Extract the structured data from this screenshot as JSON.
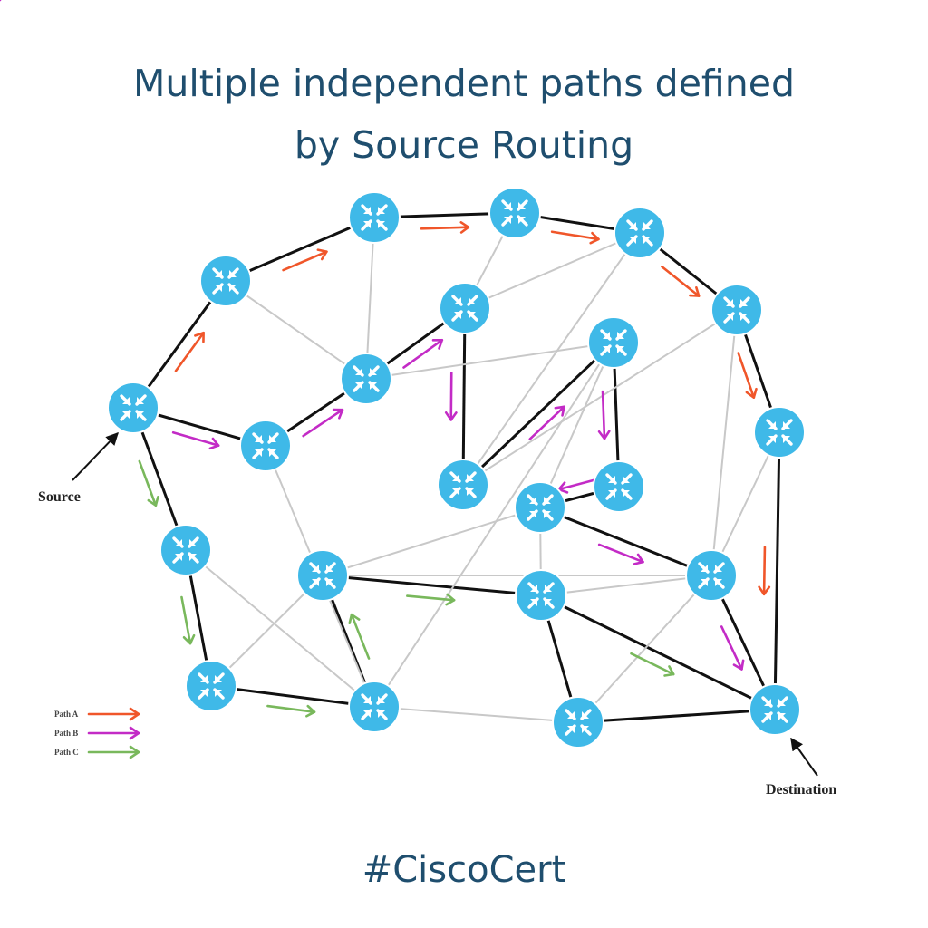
{
  "title": {
    "line1": "Multiple independent paths defined",
    "line2": "by Source Routing"
  },
  "hashtag": "#CiscoCert",
  "labels": {
    "source": "Source",
    "destination": "Destination"
  },
  "legend": [
    {
      "key": "A",
      "label": "Path A",
      "color": "#f0562a"
    },
    {
      "key": "B",
      "label": "Path B",
      "color": "#c32bc6"
    },
    {
      "key": "C",
      "label": "Path C",
      "color": "#79b85c"
    }
  ],
  "colors": {
    "title": "#1f4e6e",
    "router": "#3fb9e8",
    "router_ring": "#ffffff",
    "link_active": "#111111",
    "link_idle": "#c8c8c8"
  },
  "icons": {
    "router": "router-icon"
  },
  "nodes": [
    {
      "id": "n1",
      "role": "source"
    },
    {
      "id": "n2"
    },
    {
      "id": "n3"
    },
    {
      "id": "n4"
    },
    {
      "id": "n5"
    },
    {
      "id": "n6"
    },
    {
      "id": "n7"
    },
    {
      "id": "n8"
    },
    {
      "id": "n9"
    },
    {
      "id": "n10"
    },
    {
      "id": "n11"
    },
    {
      "id": "n12"
    },
    {
      "id": "n13"
    },
    {
      "id": "n14"
    },
    {
      "id": "n15"
    },
    {
      "id": "n16"
    },
    {
      "id": "n17"
    },
    {
      "id": "n18"
    },
    {
      "id": "n19"
    },
    {
      "id": "n20"
    },
    {
      "id": "n21"
    },
    {
      "id": "n22",
      "role": "destination"
    }
  ],
  "links": [
    {
      "from": "n1",
      "to": "n2",
      "path": "A"
    },
    {
      "from": "n2",
      "to": "n3",
      "path": "A"
    },
    {
      "from": "n3",
      "to": "n4",
      "path": "A"
    },
    {
      "from": "n4",
      "to": "n5",
      "path": "A"
    },
    {
      "from": "n5",
      "to": "n6",
      "path": "A"
    },
    {
      "from": "n6",
      "to": "n7",
      "path": "A"
    },
    {
      "from": "n7",
      "to": "n22",
      "path": "A"
    },
    {
      "from": "n1",
      "to": "n8",
      "path": "B"
    },
    {
      "from": "n8",
      "to": "n9",
      "path": "B"
    },
    {
      "from": "n9",
      "to": "n10",
      "path": "B"
    },
    {
      "from": "n10",
      "to": "n12",
      "path": "B"
    },
    {
      "from": "n12",
      "to": "n11",
      "path": "B"
    },
    {
      "from": "n11",
      "to": "n13",
      "path": "B"
    },
    {
      "from": "n13",
      "to": "n14",
      "path": "B"
    },
    {
      "from": "n14",
      "to": "n15",
      "path": "B"
    },
    {
      "from": "n15",
      "to": "n16",
      "path": "B"
    },
    {
      "from": "n16",
      "to": "n22",
      "path": "B"
    },
    {
      "from": "n1",
      "to": "n17",
      "path": "C"
    },
    {
      "from": "n17",
      "to": "n18",
      "path": "C"
    },
    {
      "from": "n18",
      "to": "n19",
      "path": "C"
    },
    {
      "from": "n19",
      "to": "n20",
      "path": "C"
    },
    {
      "from": "n20",
      "to": "n21",
      "path": "C"
    },
    {
      "from": "n21",
      "to": "n22",
      "path": "C"
    },
    {
      "from": "n2",
      "to": "n9"
    },
    {
      "from": "n3",
      "to": "n9"
    },
    {
      "from": "n4",
      "to": "n10"
    },
    {
      "from": "n5",
      "to": "n11"
    },
    {
      "from": "n5",
      "to": "n12"
    },
    {
      "from": "n6",
      "to": "n11"
    },
    {
      "from": "n6",
      "to": "n16"
    },
    {
      "from": "n7",
      "to": "n16"
    },
    {
      "from": "n8",
      "to": "n19"
    },
    {
      "from": "n9",
      "to": "n13"
    },
    {
      "from": "n10",
      "to": "n12"
    },
    {
      "from": "n13",
      "to": "n19"
    },
    {
      "from": "n13",
      "to": "n15"
    },
    {
      "from": "n17",
      "to": "n19"
    },
    {
      "from": "n20",
      "to": "n18"
    },
    {
      "from": "n20",
      "to": "n16"
    },
    {
      "from": "n21",
      "to": "n16"
    },
    {
      "from": "n21",
      "to": "n15"
    },
    {
      "from": "n20",
      "to": "n15"
    }
  ]
}
